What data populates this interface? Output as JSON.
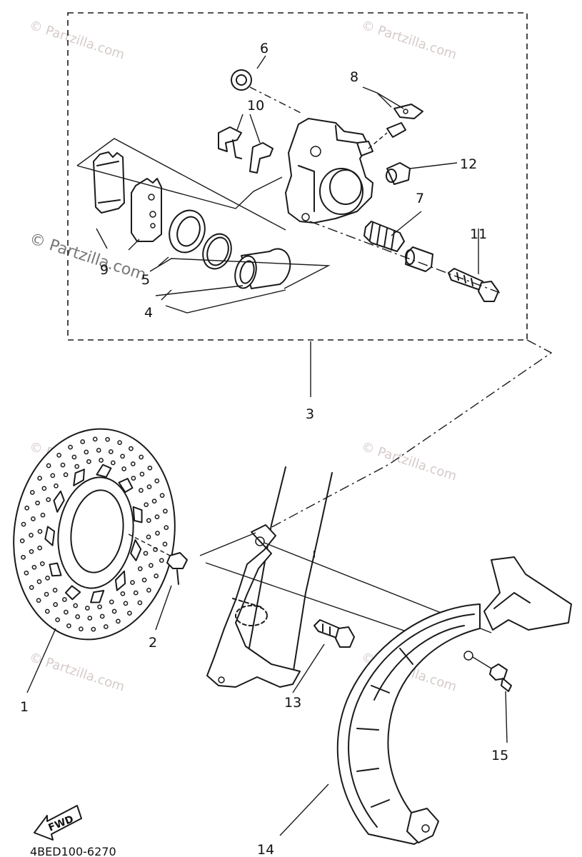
{
  "watermark": "© Partzilla.com",
  "diagram_code": "4BED100-6270",
  "fwd_label": "FWD",
  "callouts": [
    "1",
    "2",
    "3",
    "4",
    "5",
    "6",
    "7",
    "8",
    "9",
    "10",
    "11",
    "12",
    "13",
    "14",
    "15"
  ]
}
